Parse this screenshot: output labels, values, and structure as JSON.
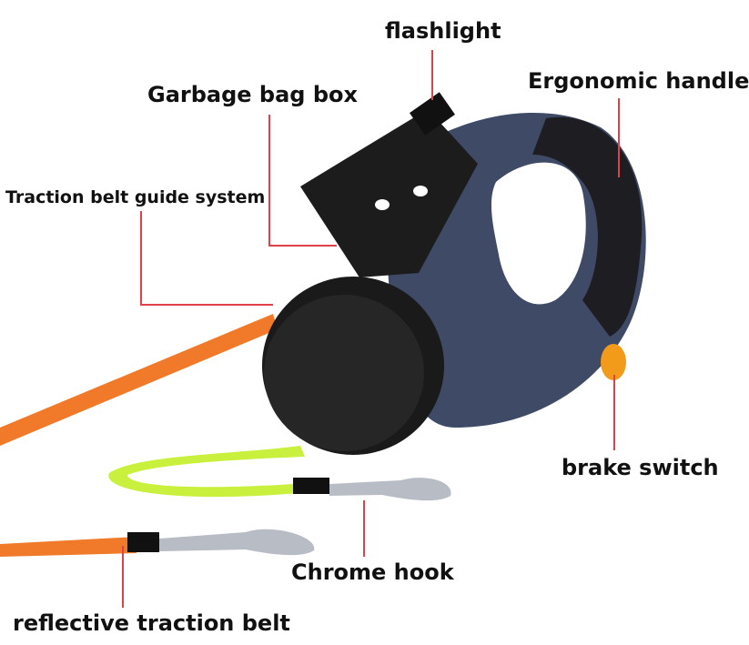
{
  "labels": {
    "flashlight": "flashlight",
    "garbage_bag_box": "Garbage bag box",
    "ergonomic_handle": "Ergonomic handle",
    "traction_belt_guide": "Traction belt guide system",
    "brake_switch": "brake switch",
    "chrome_hook": "Chrome hook",
    "reflective_belt": "reflective traction belt"
  },
  "colors": {
    "leader": "#e0404a",
    "body": "#3e4a66",
    "dark": "#1c1c1c",
    "orange": "#f07a2a",
    "green": "#c8f03c",
    "brake": "#f29a1a"
  }
}
